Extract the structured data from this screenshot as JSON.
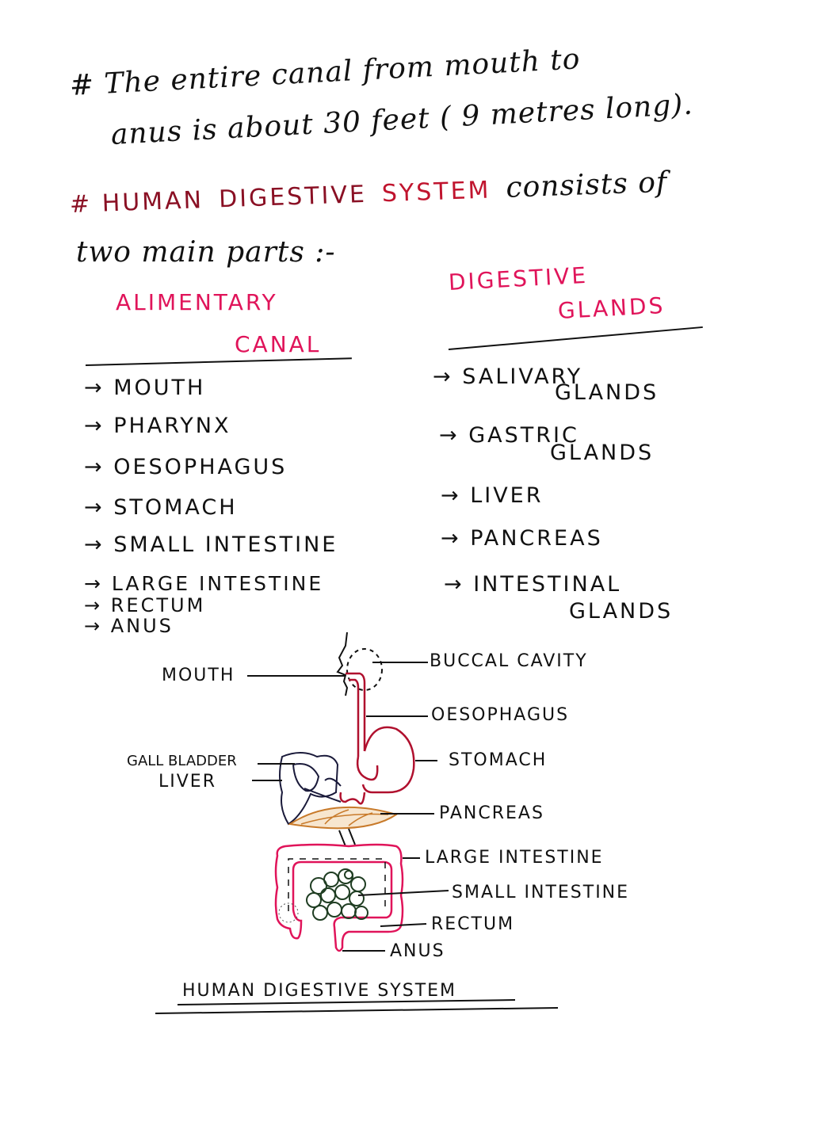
{
  "intro": {
    "line1": "#  The  entire  canal  from  mouth  to",
    "line2": "anus  is  about  30 feet  ( 9  metres long).",
    "parts": {
      "hash": "# ",
      "human": "HUMAN",
      "digestive": "DIGESTIVE",
      "system": "SYSTEM",
      "consists": "consists  of",
      "line2": "two  main  parts :-"
    }
  },
  "columns": {
    "left": {
      "heading_line1": "ALIMENTARY",
      "heading_line2": "CANAL",
      "items": [
        "→ MOUTH",
        "→ PHARYNX",
        "→ OESOPHAGUS",
        "→ STOMACH",
        "→ SMALL INTESTINE",
        "→ LARGE INTESTINE",
        "→ RECTUM",
        "→ ANUS"
      ]
    },
    "right": {
      "heading_line1": "DIGESTIVE",
      "heading_line2": "GLANDS",
      "items": [
        {
          "line1": "→ SALIVARY",
          "line2": "GLANDS"
        },
        {
          "line1": "→ GASTRIC",
          "line2": "GLANDS"
        },
        {
          "line1": "→ LIVER",
          "line2": ""
        },
        {
          "line1": "→ PANCREAS",
          "line2": ""
        },
        {
          "line1": "→ INTESTINAL",
          "line2": "GLANDS"
        }
      ]
    }
  },
  "diagram": {
    "title": "HUMAN  DIGESTIVE  SYSTEM",
    "labels": {
      "mouth": "MOUTH",
      "buccal_cavity": "BUCCAL  CAVITY",
      "oesophagus": "OESOPHAGUS",
      "gall_bladder": "GALL BLADDER",
      "liver": "LIVER",
      "stomach": "STOMACH",
      "pancreas": "PANCREAS",
      "large_intestine": "LARGE  INTESTINE",
      "small_intestine": "SMALL  INTESTINE",
      "rectum": "RECTUM",
      "anus": "ANUS"
    },
    "colors": {
      "ink": "#111111",
      "pink": "#e0145a",
      "maroon": "#8a1024",
      "tract": "#b0102e",
      "pancreas": "#c87a2a",
      "small_intestine": "#1f3d22"
    }
  }
}
